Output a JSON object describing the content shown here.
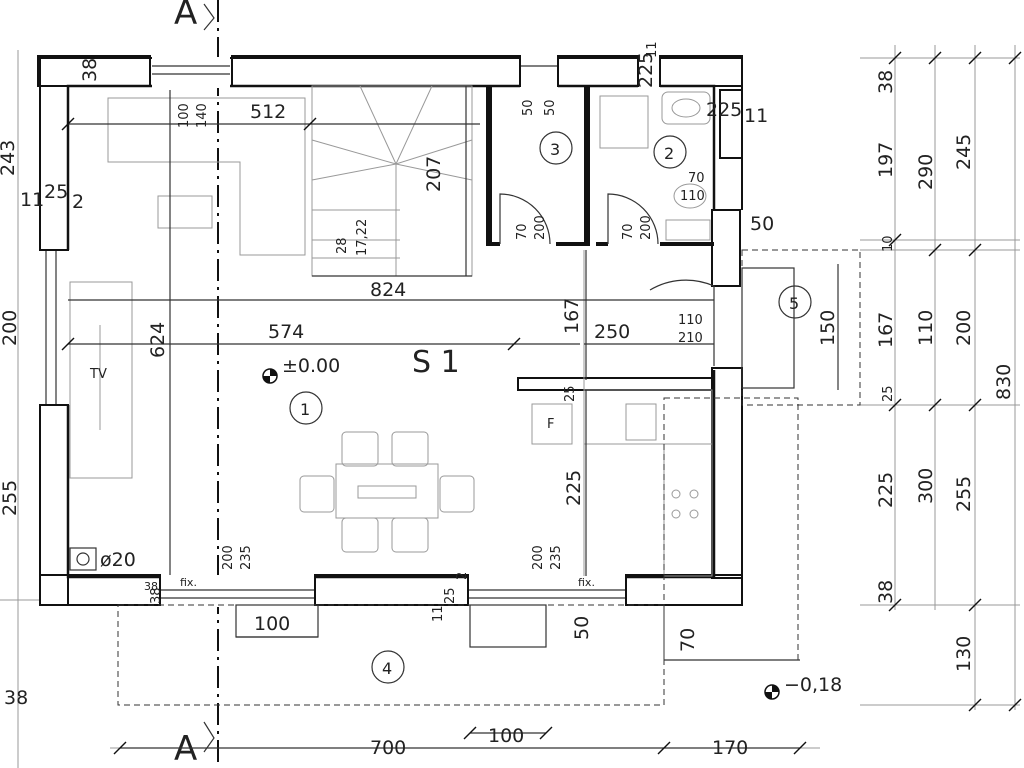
{
  "section_marks": {
    "top": "A",
    "bottom": "A"
  },
  "sheet_label": "S 1",
  "rooms": [
    {
      "id": "room-1",
      "number": "1"
    },
    {
      "id": "room-2",
      "number": "2"
    },
    {
      "id": "room-3",
      "number": "3"
    },
    {
      "id": "room-4",
      "number": "4"
    },
    {
      "id": "room-5",
      "number": "5"
    }
  ],
  "levels": {
    "floor": "±0.00",
    "ground": "−0,18"
  },
  "labels": {
    "tv": "TV",
    "fridge": "F",
    "drain": "ø20",
    "fixed_left": "fix.",
    "fixed_right": "fix."
  },
  "top_dims": {
    "a": "512",
    "b": "100",
    "c": "140",
    "d": "50",
    "e": "50",
    "f": "225",
    "g": "11",
    "h": "225",
    "i": "11",
    "j": "38"
  },
  "stair": {
    "run": "207",
    "steps": "17,22",
    "tread": "28",
    "width": "824"
  },
  "door_dims": {
    "d1a": "70",
    "d1b": "200",
    "d2a": "70",
    "d2b": "200",
    "d3a": "70",
    "d3b": "110",
    "d4a": "110",
    "d4b": "210"
  },
  "interior": {
    "width": "574",
    "depth": "624",
    "dim167": "167",
    "dim250": "250",
    "dim225": "225",
    "dim25": "25",
    "dim50": "50"
  },
  "left_dims": {
    "a": "243",
    "b": "11",
    "c": "25",
    "d": "2",
    "e": "200",
    "f": "255",
    "g": "38",
    "h": "38"
  },
  "right_dims": {
    "col1": [
      "38",
      "197",
      "10",
      "167",
      "25",
      "225",
      "38"
    ],
    "col2": [
      "290",
      "110",
      "300"
    ],
    "col3": [
      "245",
      "200",
      "255",
      "130"
    ],
    "total": "830",
    "porch": "150"
  },
  "bottom_dims": {
    "win1": "200",
    "win1b": "235",
    "win2": "200",
    "win2b": "235",
    "sill": "100",
    "d11": "11",
    "d25": "25",
    "d2": "2",
    "d38": "38",
    "d50": "50",
    "d70": "70",
    "overall": "700",
    "mid": "100",
    "right": "170"
  }
}
